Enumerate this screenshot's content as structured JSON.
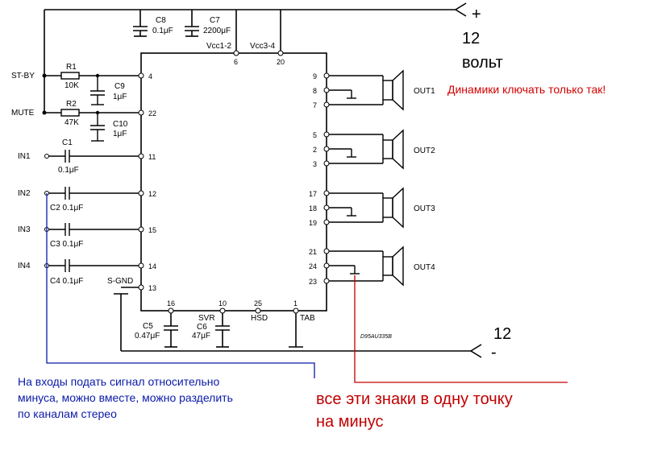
{
  "labels": {
    "st_by": "ST-BY",
    "mute": "MUTE",
    "in1": "IN1",
    "in2": "IN2",
    "in3": "IN3",
    "in4": "IN4",
    "s_gnd": "S-GND",
    "vcc12": "Vcc1-2",
    "vcc34": "Vcc3-4",
    "svr": "SVR",
    "hsd": "HSD",
    "tab": "TAB",
    "out1": "OUT1",
    "out2": "OUT2",
    "out3": "OUT3",
    "out4": "OUT4",
    "chip_code": "D95AU335B"
  },
  "components": {
    "r1": "R1",
    "r1_val": "10K",
    "r2": "R2",
    "r2_val": "47K",
    "c1": "C1",
    "c1_val": "0.1μF",
    "c2": "C2 0.1μF",
    "c3": "C3 0.1μF",
    "c4": "C4 0.1μF",
    "c5": "C5",
    "c5_val": "0.47μF",
    "c6": "C6",
    "c6_val": "47μF",
    "c7": "C7",
    "c7_val": "2200μF",
    "c8": "C8",
    "c8_val": "0.1μF",
    "c9": "C9",
    "c9_val": "1μF",
    "c10": "C10",
    "c10_val": "1μF"
  },
  "pins": {
    "p4": "4",
    "p22": "22",
    "p11": "11",
    "p12": "12",
    "p15": "15",
    "p14": "14",
    "p13": "13",
    "p6": "6",
    "p20": "20",
    "p9": "9",
    "p8": "8",
    "p7": "7",
    "p5": "5",
    "p2": "2",
    "p3": "3",
    "p17": "17",
    "p18": "18",
    "p19": "19",
    "p21": "21",
    "p24": "24",
    "p23": "23",
    "p16": "16",
    "p10": "10",
    "p25": "25",
    "p1": "1"
  },
  "annotations": {
    "plus_sign": "+",
    "minus_sign": "-",
    "v12_top": "12",
    "volt": "вольт",
    "v12_bottom": "12",
    "speakers_note": "Динамики ключать только так!",
    "inputs_note_line1": "На входы подать сигнал относительно",
    "inputs_note_line2": "минуса, можно вместе, можно разделить",
    "inputs_note_line3": "по каналам стерео",
    "ground_note_line1": "все эти знаки в одну точку",
    "ground_note_line2": "на минус"
  },
  "colors": {
    "wire": "#000000",
    "blue_line": "#0a1aa8",
    "red_line": "#c00000",
    "speakers_note": "#d40000"
  }
}
